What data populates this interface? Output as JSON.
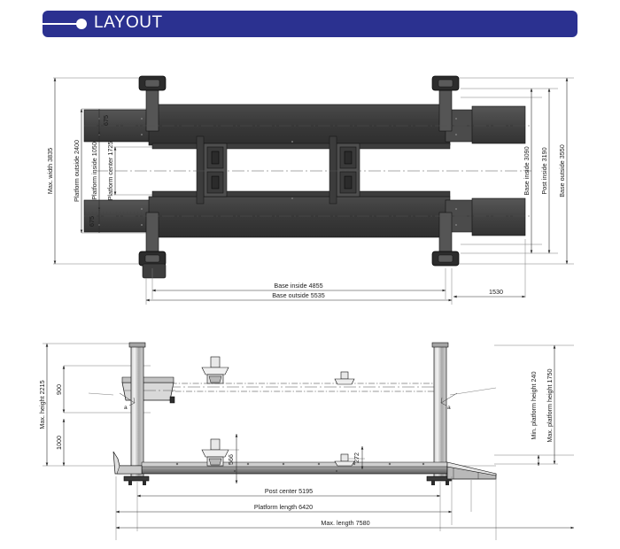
{
  "header": {
    "title": "LAYOUT",
    "bar_color": "#2b3190",
    "bullet_icon": "bullet-dot-icon"
  },
  "drawing": {
    "type": "technical-layout-drawing",
    "subject": "four-post-vehicle-lift",
    "views": [
      {
        "name": "top-view",
        "label": ""
      },
      {
        "name": "side-elevation-view",
        "label": ""
      }
    ]
  },
  "top_view": {
    "left_dimensions": [
      {
        "name": "max-width",
        "label": "Max. width 3835",
        "value": 3835
      },
      {
        "name": "platform-outside",
        "label": "Platform outside 2400",
        "value": 2400
      },
      {
        "name": "platform-inside",
        "label": "Platform inside 1050",
        "value": 1050
      },
      {
        "name": "platform-width-top",
        "label": "675",
        "value": 675
      },
      {
        "name": "platform-width-bot",
        "label": "675",
        "value": 675
      },
      {
        "name": "platform-center",
        "label": "Platform center 1725",
        "value": 1725
      }
    ],
    "right_dimensions": [
      {
        "name": "base-inside",
        "label": "Base inside 3090",
        "value": 3090
      },
      {
        "name": "post-inside",
        "label": "Post inside 3190",
        "value": 3190
      },
      {
        "name": "base-outside",
        "label": "Base outside 3550",
        "value": 3550
      }
    ],
    "bottom_dimensions": [
      {
        "name": "base-inside-length",
        "label": "Base inside 4855",
        "value": 4855
      },
      {
        "name": "base-outside-length",
        "label": "Base outside 5535",
        "value": 5535
      },
      {
        "name": "ramp-extension",
        "label": "1530",
        "value": 1530
      }
    ]
  },
  "side_view": {
    "left_dimensions": [
      {
        "name": "max-height",
        "label": "Max. height 2215",
        "value": 2215
      },
      {
        "name": "upper-clearance",
        "label": "900",
        "value": 900
      },
      {
        "name": "lower-clearance",
        "label": "1000",
        "value": 1000
      }
    ],
    "right_dimensions": [
      {
        "name": "min-platform-height",
        "label": "Min. platform height 240",
        "value": 240
      },
      {
        "name": "max-platform-height",
        "label": "Max. platform height 1750",
        "value": 1750
      }
    ],
    "inner_dimensions": [
      {
        "name": "jack-stand-height",
        "label": "566",
        "value": 566
      },
      {
        "name": "small-stand-height",
        "label": "272",
        "value": 272
      }
    ],
    "bottom_dimensions": [
      {
        "name": "post-center",
        "label": "Post center 5195",
        "value": 5195
      },
      {
        "name": "platform-length",
        "label": "Platform length 6420",
        "value": 6420
      },
      {
        "name": "max-length",
        "label": "Max. length 7580",
        "value": 7580
      }
    ]
  },
  "colors": {
    "header_blue": "#2b3190",
    "steel_dark": "#3b3b3b",
    "steel_mid": "#565656",
    "steel_light": "#9a9a9a",
    "dimension_line": "#2a2a2a"
  }
}
